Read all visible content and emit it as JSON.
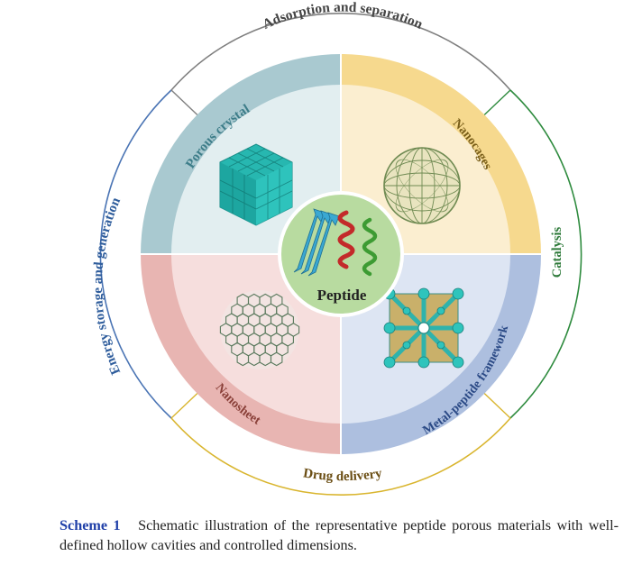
{
  "diagram": {
    "outer_ring": [
      {
        "label": "Adsorption and separation",
        "color": "#7f7f7f"
      },
      {
        "label": "Catalysis",
        "color": "#2e8b3e"
      },
      {
        "label": "Drug delivery",
        "color": "#d9b52e"
      },
      {
        "label": "Energy storage and generation",
        "color": "#2f5d9c"
      }
    ],
    "quadrants": [
      {
        "label": "Porous crystal",
        "band_color": "#a9c9d0",
        "fill_color": "#e2eef0",
        "text_color": "#3d7d89"
      },
      {
        "label": "Nanocages",
        "band_color": "#f6d98e",
        "fill_color": "#fbeed0",
        "text_color": "#7a5f1a"
      },
      {
        "label": "Metal-peptide framework",
        "band_color": "#adbfdf",
        "fill_color": "#dde5f3",
        "text_color": "#2b4a86"
      },
      {
        "label": "Nanosheet",
        "band_color": "#e8b5b2",
        "fill_color": "#f6dedd",
        "text_color": "#8a4039"
      }
    ],
    "center": {
      "label": "Peptide",
      "fill_color": "#b8dba0"
    }
  },
  "caption": {
    "label": "Scheme 1",
    "text": "Schematic illustration of the representative peptide porous materials with well-defined hollow cavities and controlled dimensions."
  }
}
